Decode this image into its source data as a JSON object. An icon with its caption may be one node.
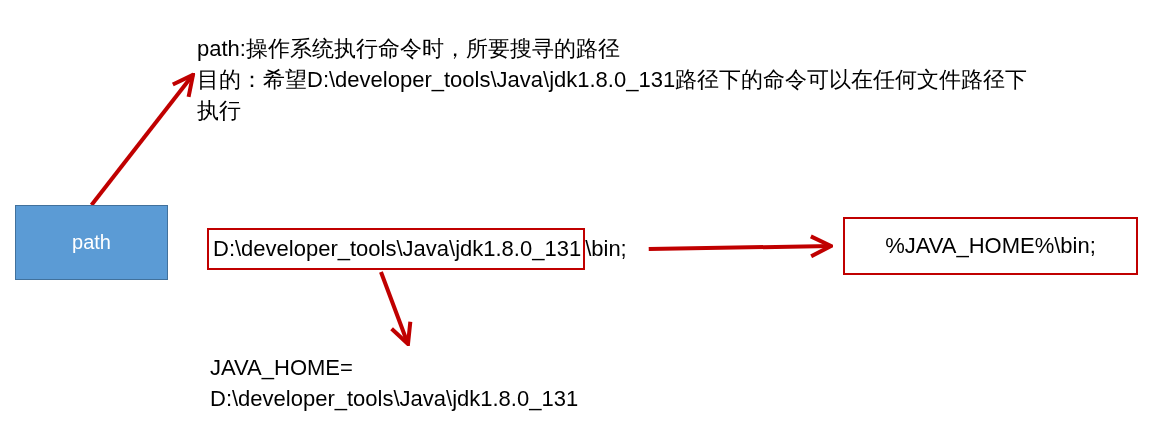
{
  "diagram": {
    "nodes": [
      {
        "text": [
          "path"
        ]
      },
      {
        "text": [
          "path:操作系统执行命令时，所要搜寻的路径",
          "目的：希望D:\\developer_tools\\Java\\jdk1.8.0_131路径下的命令可以在任何文件路径下执行"
        ]
      },
      {
        "text": [
          "D:\\developer_tools\\Java\\jdk1.8.0_131"
        ],
        "beside": [
          "\\bin;"
        ]
      },
      {
        "text": [
          "%JAVA_HOME%\\bin;"
        ]
      },
      {
        "text": [
          "JAVA_HOME= D:\\developer_tools\\Java\\jdk1.8.0_131"
        ]
      }
    ],
    "edges": [
      {
        "from": 0,
        "to": 1,
        "arrow": "to"
      },
      {
        "from": 2,
        "to": 3,
        "arrow": "to"
      },
      {
        "from": 2,
        "to": 4,
        "arrow": "to"
      }
    ]
  }
}
